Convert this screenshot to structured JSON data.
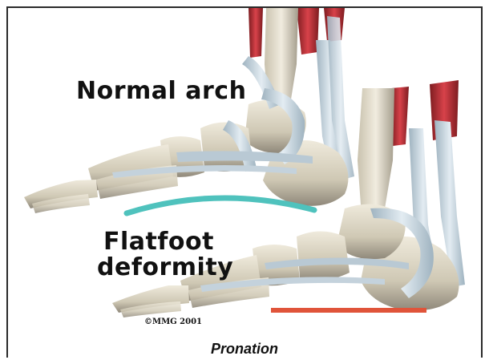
{
  "labels": {
    "normal_arch": "Normal arch",
    "flatfoot_line1": "Flatfoot",
    "flatfoot_line2": "deformity",
    "copyright": "©MMG 2001"
  },
  "caption": "Pronation",
  "colors": {
    "arch_curve": "#4fc2bd",
    "flat_line": "#e0543a",
    "bone": "#d9d3c0",
    "bone_shadow": "#8d8678",
    "tendon": "#c9d7e0",
    "muscle": "#c8323a"
  }
}
